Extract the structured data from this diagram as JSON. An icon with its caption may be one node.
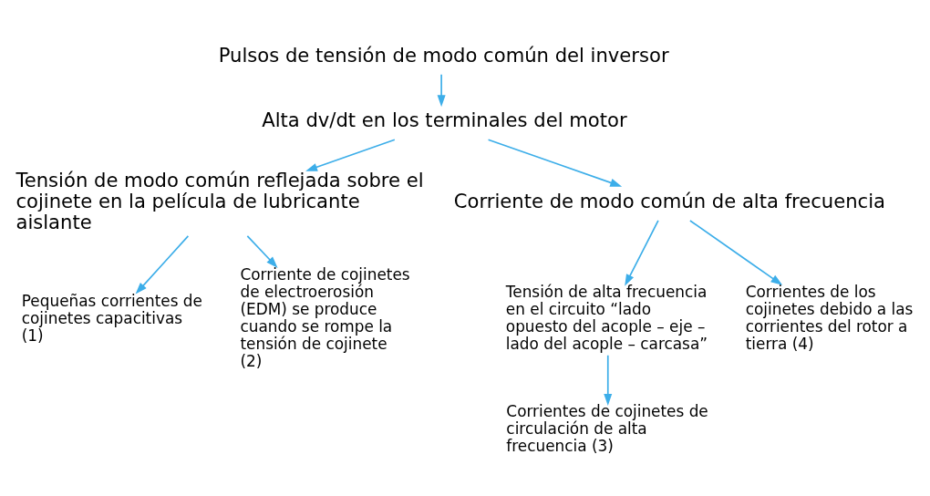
{
  "diagram": {
    "nodes": [
      {
        "text": [
          "Pulsos de tensión de modo común del inversor"
        ]
      },
      {
        "text": [
          "Alta dv/dt en los terminales del motor"
        ]
      },
      {
        "text": [
          "Tensión de modo común reflejada sobre el cojinete en la película de lubricante aislante"
        ]
      },
      {
        "text": [
          "Corriente de modo común de alta frecuencia"
        ]
      },
      {
        "text": [
          "Pequeñas corrientes de cojinetes capacitivas (1)"
        ]
      },
      {
        "text": [
          "Corriente de cojinetes de electroerosión (EDM) se produce cuando se rompe la tensión de cojinete (2)"
        ]
      },
      {
        "text": [
          "Tensión de alta frecuencia en el circuito “lado opuesto del acople – eje – lado del acople – carcasa”"
        ]
      },
      {
        "text": [
          "Corrientes de los cojinetes debido a las corrientes del rotor a tierra (4)"
        ]
      },
      {
        "text": [
          "Corrientes de cojinetes de circulación de alta frecuencia (3)"
        ]
      }
    ],
    "edges": [
      {
        "from": 0,
        "to": 1,
        "arrow": "to"
      },
      {
        "from": 1,
        "to": 2,
        "arrow": "to"
      },
      {
        "from": 1,
        "to": 3,
        "arrow": "to"
      },
      {
        "from": 2,
        "to": 4,
        "arrow": "to"
      },
      {
        "from": 2,
        "to": 5,
        "arrow": "to"
      },
      {
        "from": 3,
        "to": 6,
        "arrow": "to"
      },
      {
        "from": 3,
        "to": 7,
        "arrow": "to"
      },
      {
        "from": 6,
        "to": 8,
        "arrow": "to"
      }
    ]
  }
}
